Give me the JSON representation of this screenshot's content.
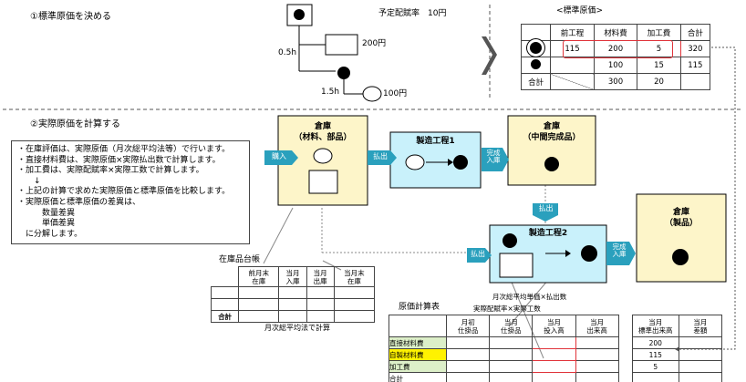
{
  "section1": {
    "title": "①標準原価を決める",
    "rate": "予定配賦率　10円",
    "tree_labels": {
      "time_05": "0.5h",
      "time_15": "1.5h",
      "cost_200": "200円",
      "cost_100": "100円"
    }
  },
  "std_table": {
    "title": "<標準原価>",
    "headers": [
      "",
      "前工程",
      "材料費",
      "加工費",
      "合計"
    ],
    "rows": [
      [
        "",
        "115",
        "200",
        "5",
        "320"
      ],
      [
        "",
        "",
        "100",
        "15",
        "115"
      ],
      [
        "合計",
        "",
        "300",
        "20",
        ""
      ]
    ]
  },
  "section2": {
    "title": "②実際原価を計算する",
    "notes": [
      "・在庫評価は、実際原価（月次総平均法等）で行います。",
      "・直接材料費は、実際原価×実際払出数で計算します。",
      "・加工費は、実際配賦率×実際工数で計算します。",
      "　　↓",
      "・上記の計算で求めた実際原価と標準原価を比較します。",
      "・実際原価と標準原価の差異は、",
      "　　　数量差異",
      "　　　単価差異",
      "　に分解します。"
    ]
  },
  "flow": {
    "warehouse_materials": "倉庫\n（材料、部品）",
    "process1": "製造工程1",
    "warehouse_wip": "倉庫\n（中間完成品）",
    "process2": "製造工程2",
    "warehouse_products": "倉庫\n（製品）",
    "tag_in": "購入",
    "tag_out1": "払出",
    "tag_done1": "完成\n入庫",
    "tag_out2": "払出",
    "tag_out3": "払出",
    "tag_done2": "完成\n入庫"
  },
  "inventory_ledger": {
    "title": "在庫品台帳",
    "headers": [
      "",
      "前月末\n在庫",
      "当月\n入庫",
      "当月\n出庫",
      "当月末\n在庫"
    ],
    "rows": [
      [
        "",
        "",
        "",
        "",
        ""
      ],
      [
        "",
        "",
        "",
        "",
        ""
      ],
      [
        "合計",
        "",
        "",
        "",
        ""
      ]
    ],
    "footer": "月次総平均法で計算"
  },
  "cost_table": {
    "title": "原価計算表",
    "note1": "月次総平均単価×払出数",
    "note2": "実際配賦率×実際工数",
    "headers": [
      "",
      "月初\n仕掛品",
      "当月\n仕掛品",
      "当月\n投入高",
      "当月\n出来高",
      "",
      "当月\n標準出来高",
      "当月\n差額"
    ],
    "rows": [
      [
        "直接材料費",
        "",
        "",
        "",
        "",
        "",
        "200",
        ""
      ],
      [
        "自製材料費",
        "",
        "",
        "",
        "",
        "",
        "115",
        ""
      ],
      [
        "加工費",
        "",
        "",
        "",
        "",
        "",
        "5",
        ""
      ],
      [
        "合計",
        "",
        "",
        "",
        "",
        "",
        "",
        ""
      ]
    ]
  },
  "colors": {
    "warehouse": "#fdf5c9",
    "process": "#c9f1fb",
    "highlight_row": "#fff200",
    "green_row": "#dcefc8",
    "red_outline": "#e0333a",
    "tag": "#2aa0bd"
  }
}
